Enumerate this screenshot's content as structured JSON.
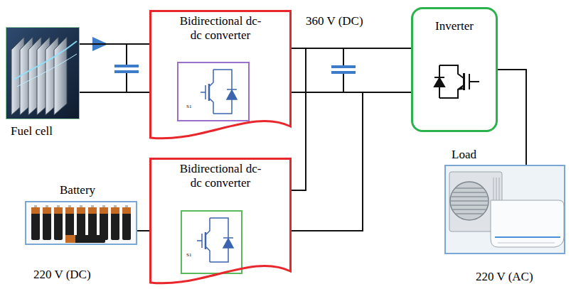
{
  "diagram": {
    "nodes": [
      {
        "text": [
          "Fuel cell"
        ]
      },
      {
        "text": [
          "Bidirectional dc-dc converter"
        ]
      },
      {
        "text": [
          "Inverter"
        ]
      },
      {
        "text": [
          "Battery",
          "220 V (DC)"
        ]
      },
      {
        "text": [
          "Bidirectional dc-dc converter"
        ]
      },
      {
        "text": [
          "Load",
          "220 V (AC)"
        ]
      }
    ],
    "edges": [
      {
        "from": 0,
        "to": 1,
        "arrow": "none"
      },
      {
        "from": 1,
        "to": 2,
        "arrow": "none"
      },
      {
        "from": 4,
        "to": 2,
        "arrow": "none"
      },
      {
        "from": 3,
        "to": 4,
        "arrow": "none"
      },
      {
        "from": 2,
        "to": 5,
        "arrow": "none"
      }
    ],
    "labels": [
      "360 V (DC)",
      "S1",
      "S1"
    ]
  }
}
